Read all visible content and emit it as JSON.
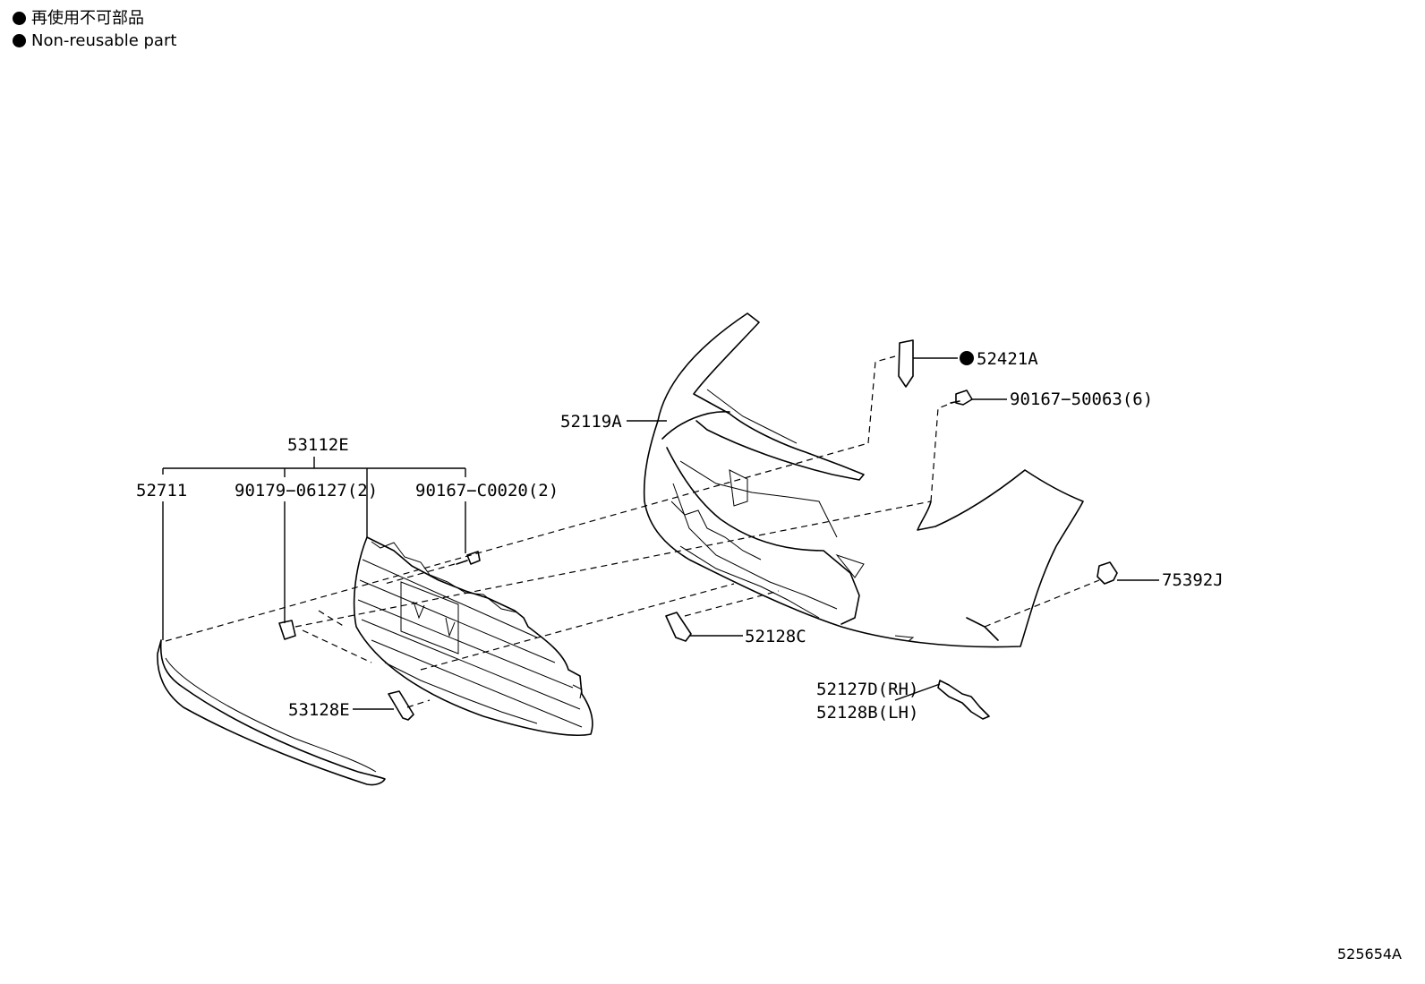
{
  "legend": {
    "japanese": "再使用不可部品",
    "english": "Non-reusable part",
    "marker": "filled-circle"
  },
  "diagram_code": "525654A",
  "callouts": {
    "p52421A": "52421A",
    "p90167_50063": "90167−50063(6)",
    "p52119A": "52119A",
    "p53112E": "53112E",
    "p52711": "52711",
    "p90179_06127": "90179−06127(2)",
    "p90167_C0020": "90167−C0020(2)",
    "p75392J": "75392J",
    "p52128C": "52128C",
    "p53128E": "53128E",
    "p52127D": "52127D(RH)",
    "p52128B": "52128B(LH)"
  }
}
